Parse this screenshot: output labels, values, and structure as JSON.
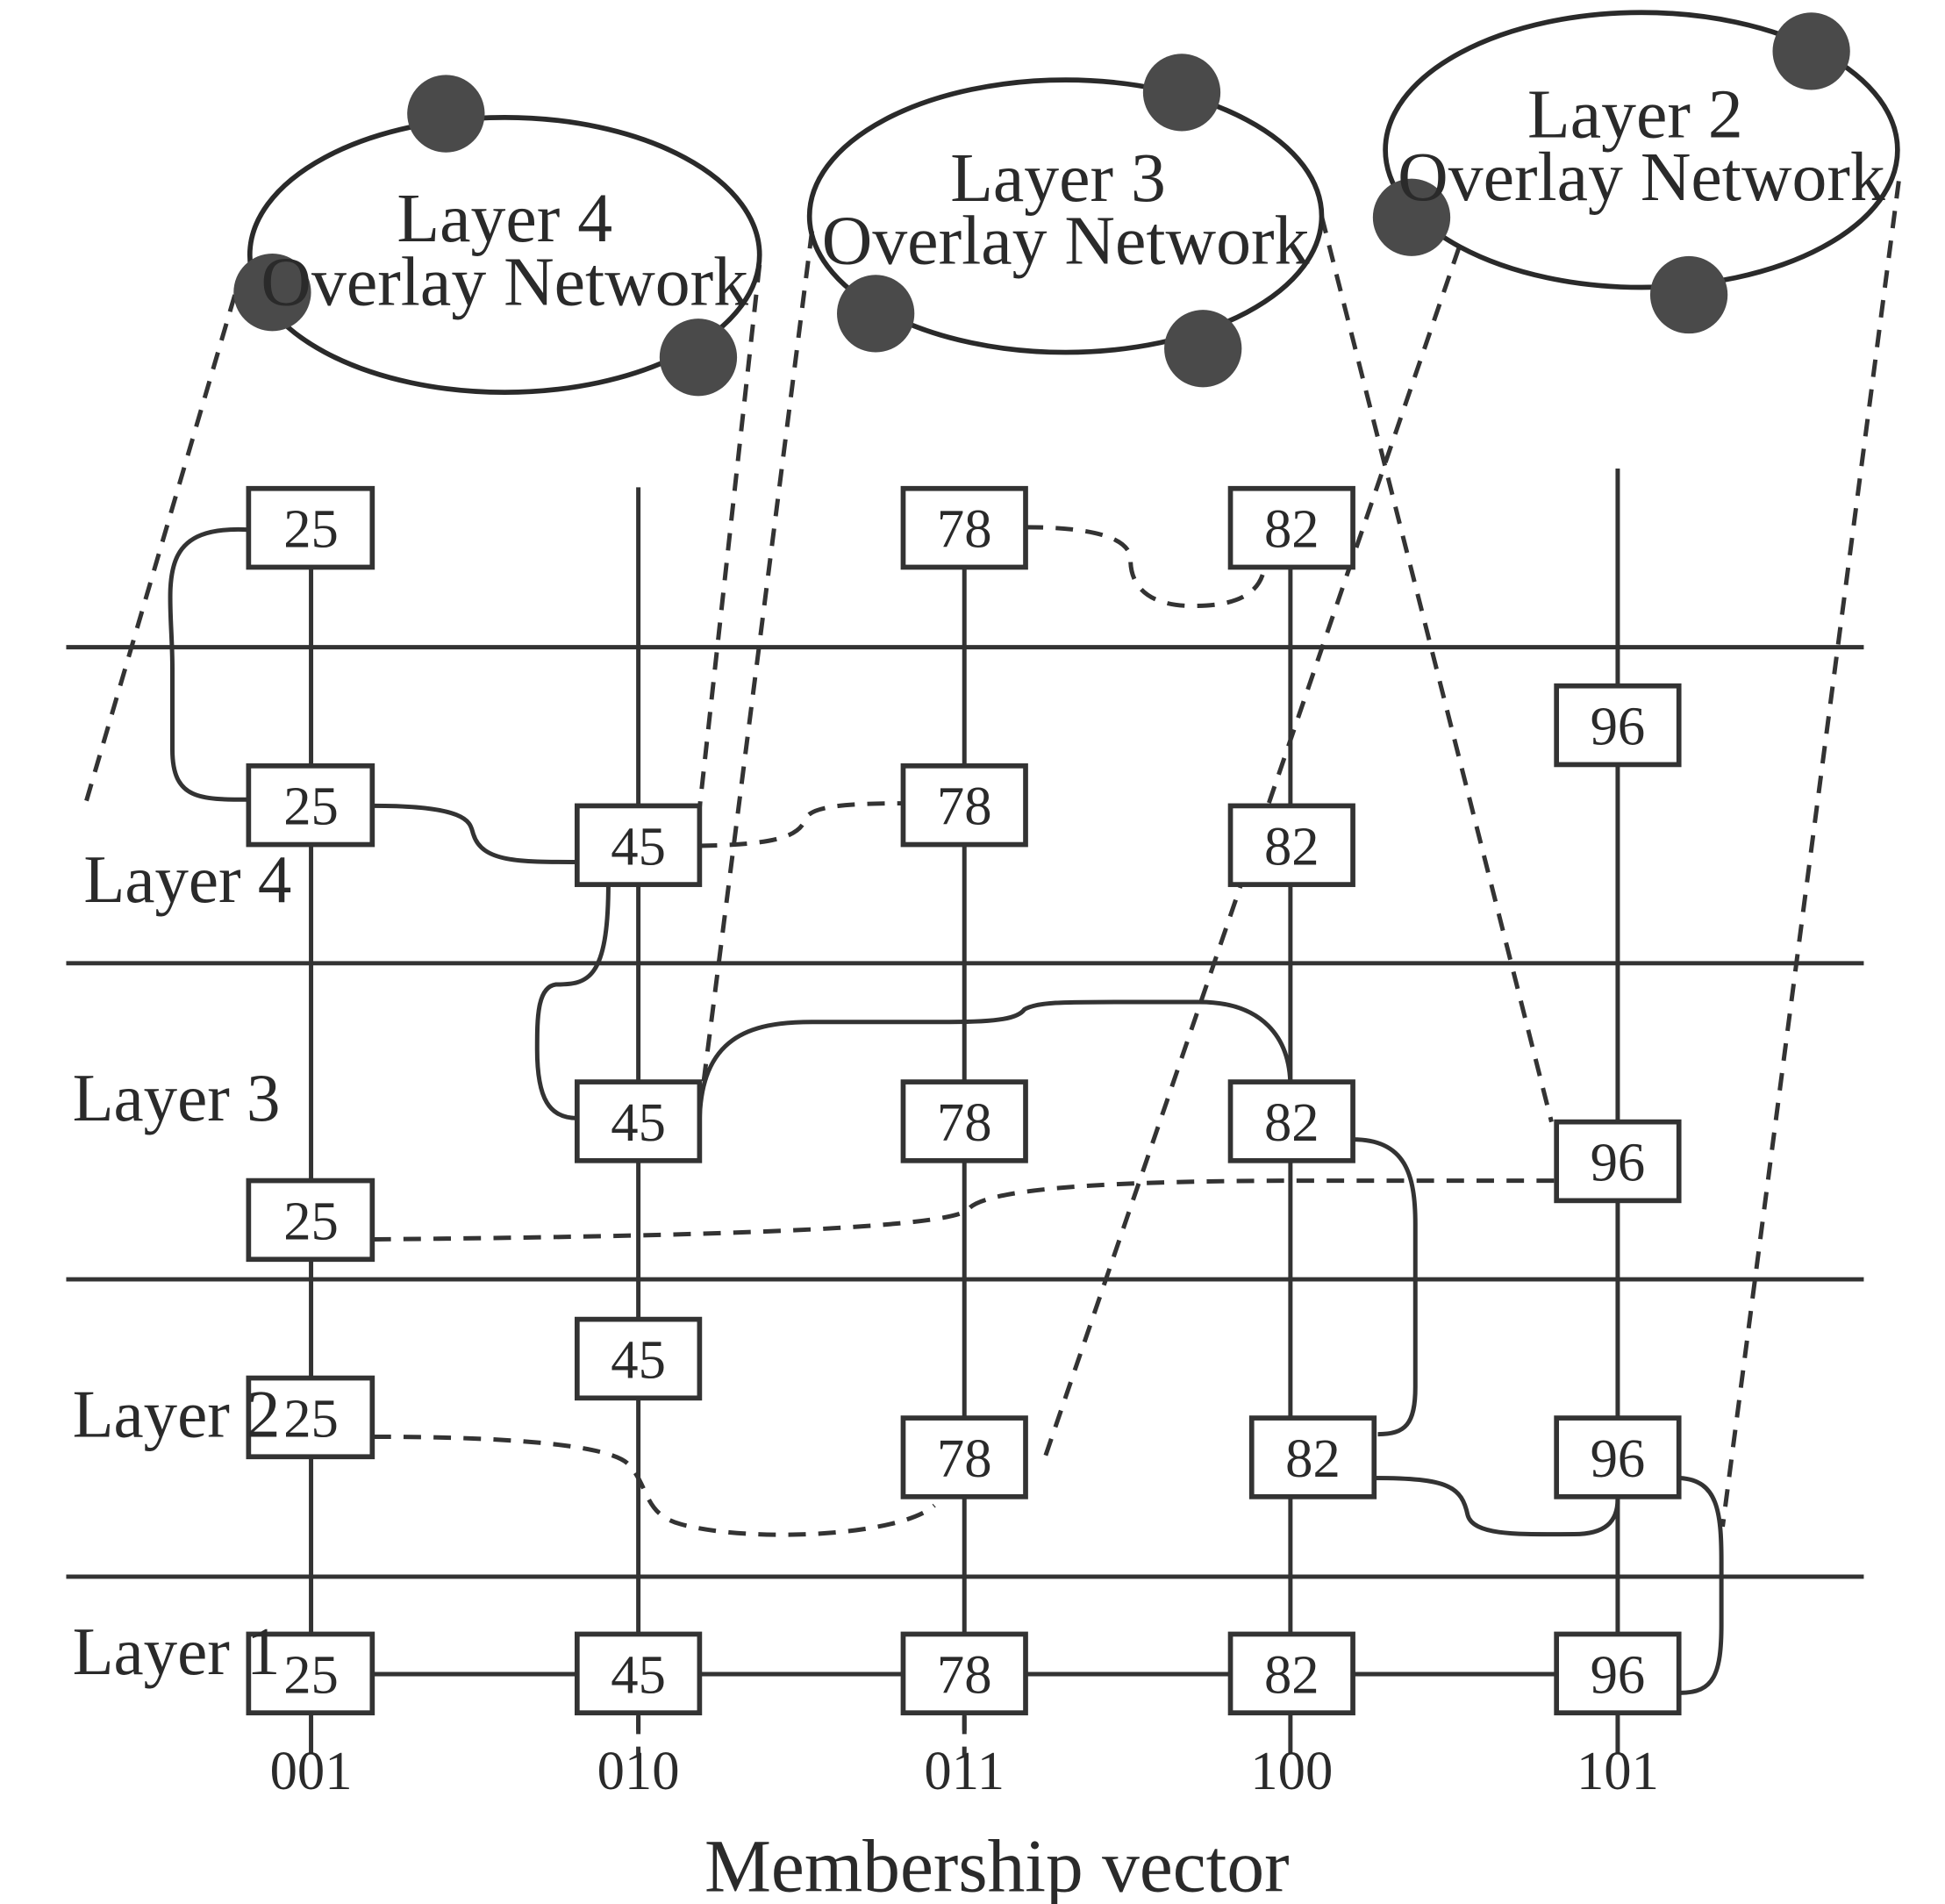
{
  "overlays": [
    {
      "id": "l4",
      "line1": "Layer 4",
      "line2": "Overlay Network"
    },
    {
      "id": "l3",
      "line1": "Layer 3",
      "line2": "Overlay Network"
    },
    {
      "id": "l2",
      "line1": "Layer 2",
      "line2": "Overlay Network"
    }
  ],
  "layers": [
    {
      "id": "l4",
      "label": "Layer 4"
    },
    {
      "id": "l3",
      "label": "Layer 3"
    },
    {
      "id": "l2",
      "label": "Layer 2"
    },
    {
      "id": "l1",
      "label": "Layer 1"
    }
  ],
  "membership_vectors": [
    "001",
    "010",
    "011",
    "100",
    "101"
  ],
  "axis_label": "Membership vector",
  "nodes": [
    {
      "key": "25",
      "layer": 5,
      "vector": "001"
    },
    {
      "key": "78",
      "layer": 5,
      "vector": "011"
    },
    {
      "key": "82",
      "layer": 5,
      "vector": "100"
    },
    {
      "key": "96",
      "layer": 4,
      "vector": "101"
    },
    {
      "key": "25",
      "layer": 4,
      "vector": "001"
    },
    {
      "key": "45",
      "layer": 4,
      "vector": "010"
    },
    {
      "key": "78",
      "layer": 4,
      "vector": "011"
    },
    {
      "key": "82",
      "layer": 4,
      "vector": "100"
    },
    {
      "key": "45",
      "layer": 3,
      "vector": "010"
    },
    {
      "key": "78",
      "layer": 3,
      "vector": "011"
    },
    {
      "key": "82",
      "layer": 3,
      "vector": "100"
    },
    {
      "key": "96",
      "layer": 3,
      "vector": "101"
    },
    {
      "key": "25",
      "layer": 3,
      "vector": "001"
    },
    {
      "key": "45",
      "layer": 2,
      "vector": "010"
    },
    {
      "key": "25",
      "layer": 2,
      "vector": "001"
    },
    {
      "key": "78",
      "layer": 2,
      "vector": "011"
    },
    {
      "key": "82",
      "layer": 2,
      "vector": "100"
    },
    {
      "key": "96",
      "layer": 2,
      "vector": "101"
    },
    {
      "key": "25",
      "layer": 1,
      "vector": "001"
    },
    {
      "key": "45",
      "layer": 1,
      "vector": "010"
    },
    {
      "key": "78",
      "layer": 1,
      "vector": "011"
    },
    {
      "key": "82",
      "layer": 1,
      "vector": "100"
    },
    {
      "key": "96",
      "layer": 1,
      "vector": "101"
    }
  ]
}
